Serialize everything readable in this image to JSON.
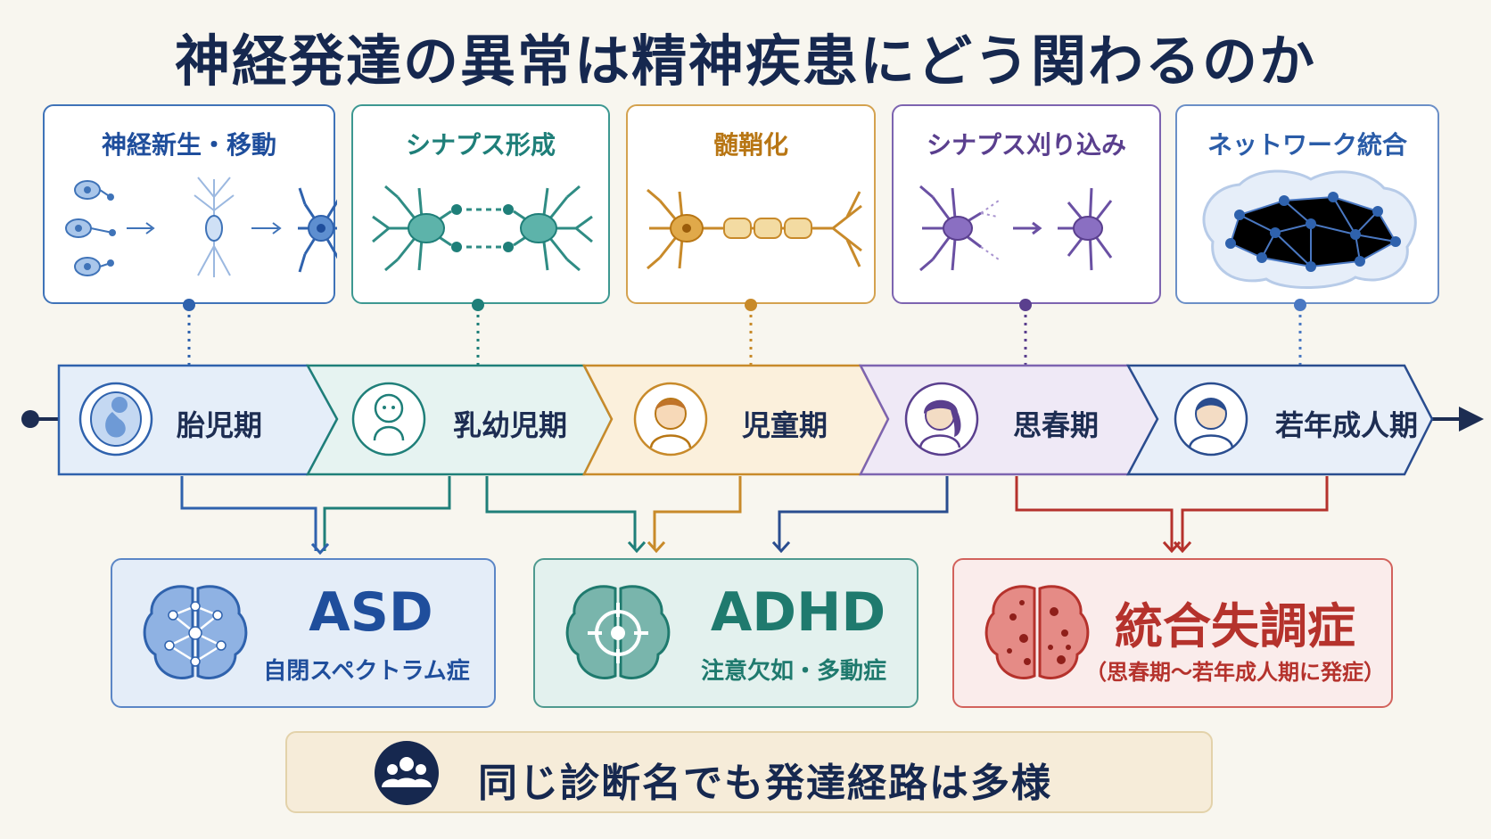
{
  "title": "神経発達の異常は精神疾患にどう関わるのか",
  "stages": [
    {
      "label": "神経新生・移動",
      "color": "#1f4e9c"
    },
    {
      "label": "シナプス形成",
      "color": "#1f7f79"
    },
    {
      "label": "髄鞘化",
      "color": "#b87614"
    },
    {
      "label": "シナプス刈り込み",
      "color": "#5a3f8e"
    },
    {
      "label": "ネットワーク統合",
      "color": "#2a5ca8"
    }
  ],
  "periods": [
    {
      "label": "胎児期",
      "icon": "fetus-icon"
    },
    {
      "label": "乳幼児期",
      "icon": "baby-icon"
    },
    {
      "label": "児童期",
      "icon": "child-icon"
    },
    {
      "label": "思春期",
      "icon": "adolescent-icon"
    },
    {
      "label": "若年成人期",
      "icon": "young-adult-icon"
    }
  ],
  "disorders": [
    {
      "name": "ASD",
      "sub": "自閉スペクトラム症",
      "color": "#1f4e9c",
      "icon": "brain-network-icon"
    },
    {
      "name": "ADHD",
      "sub": "注意欠如・多動症",
      "color": "#1f7a6e",
      "icon": "brain-target-icon"
    },
    {
      "name": "統合失調症",
      "sub": "（思春期〜若年成人期に発症）",
      "color": "#b5322c",
      "icon": "brain-lesion-icon"
    }
  ],
  "footer": {
    "text": "同じ診断名でも発達経路は多様",
    "icon": "people-icon"
  }
}
